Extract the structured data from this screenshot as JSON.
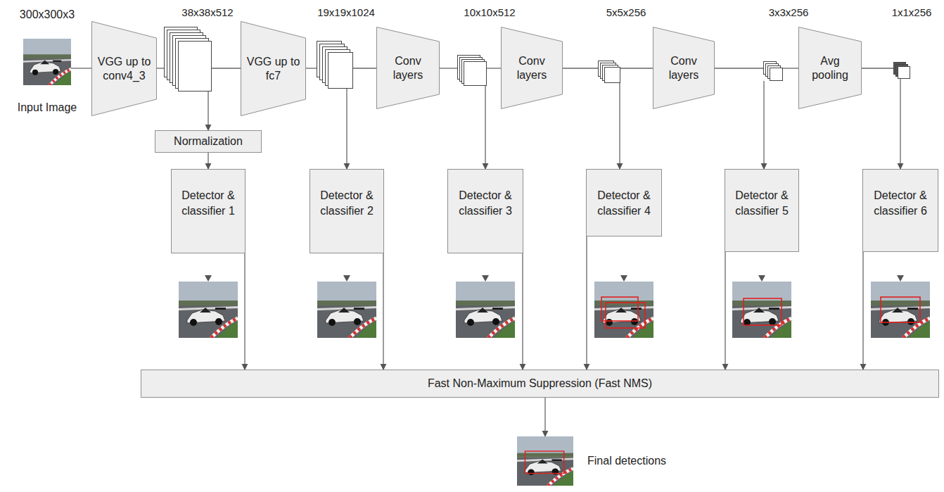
{
  "diagram": {
    "nodes": [
      {
        "text": [
          "300x300x3",
          "Input Image"
        ]
      },
      {
        "text": [
          "VGG up to conv4_3"
        ]
      },
      {
        "text": [
          "38x38x512"
        ]
      },
      {
        "text": [
          "VGG up to fc7"
        ]
      },
      {
        "text": [
          "19x19x1024"
        ]
      },
      {
        "text": [
          "Conv layers"
        ]
      },
      {
        "text": [
          "10x10x512"
        ]
      },
      {
        "text": [
          "Conv layers"
        ]
      },
      {
        "text": [
          "5x5x256"
        ]
      },
      {
        "text": [
          "Conv layers"
        ]
      },
      {
        "text": [
          "3x3x256"
        ]
      },
      {
        "text": [
          "Avg pooling"
        ]
      },
      {
        "text": [
          "1x1x256"
        ]
      },
      {
        "text": [
          "Normalization"
        ]
      },
      {
        "text": [
          "Detector & classifier 1"
        ]
      },
      {
        "text": [
          "Detector & classifier 2"
        ]
      },
      {
        "text": [
          "Detector & classifier 3"
        ]
      },
      {
        "text": [
          "Detector & classifier 4"
        ]
      },
      {
        "text": [
          "Detector & classifier 5"
        ]
      },
      {
        "text": [
          "Detector & classifier 6"
        ]
      },
      {
        "text": [
          "Fast Non-Maximum Suppression (Fast NMS)"
        ]
      },
      {
        "text": [
          "Final detections"
        ]
      }
    ],
    "edges": [
      {
        "from": 0,
        "to": 1,
        "arrow": "none"
      },
      {
        "from": 1,
        "to": 2,
        "arrow": "none"
      },
      {
        "from": 2,
        "to": 3,
        "arrow": "none"
      },
      {
        "from": 3,
        "to": 4,
        "arrow": "none"
      },
      {
        "from": 4,
        "to": 5,
        "arrow": "none"
      },
      {
        "from": 5,
        "to": 6,
        "arrow": "none"
      },
      {
        "from": 6,
        "to": 7,
        "arrow": "none"
      },
      {
        "from": 7,
        "to": 8,
        "arrow": "none"
      },
      {
        "from": 8,
        "to": 9,
        "arrow": "none"
      },
      {
        "from": 9,
        "to": 10,
        "arrow": "none"
      },
      {
        "from": 10,
        "to": 11,
        "arrow": "none"
      },
      {
        "from": 11,
        "to": 12,
        "arrow": "none"
      },
      {
        "from": 2,
        "to": 13,
        "arrow": "to"
      },
      {
        "from": 13,
        "to": 14,
        "arrow": "to"
      },
      {
        "from": 4,
        "to": 15,
        "arrow": "to"
      },
      {
        "from": 6,
        "to": 16,
        "arrow": "to"
      },
      {
        "from": 8,
        "to": 17,
        "arrow": "to"
      },
      {
        "from": 10,
        "to": 18,
        "arrow": "to"
      },
      {
        "from": 12,
        "to": 19,
        "arrow": "to"
      },
      {
        "from": 14,
        "to": 20,
        "arrow": "to"
      },
      {
        "from": 15,
        "to": 20,
        "arrow": "to"
      },
      {
        "from": 16,
        "to": 20,
        "arrow": "to"
      },
      {
        "from": 17,
        "to": 20,
        "arrow": "to"
      },
      {
        "from": 18,
        "to": 20,
        "arrow": "to"
      },
      {
        "from": 19,
        "to": 20,
        "arrow": "to"
      },
      {
        "from": 20,
        "to": 21,
        "arrow": "to"
      }
    ]
  }
}
